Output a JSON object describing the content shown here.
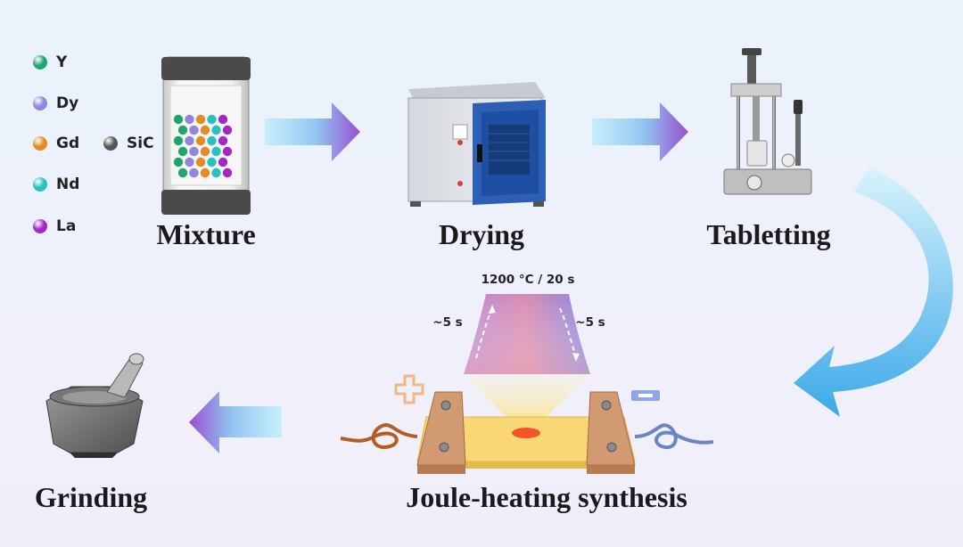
{
  "legend": {
    "items": [
      {
        "label": "Y",
        "color": "#1fa66e"
      },
      {
        "label": "Dy",
        "color": "#8e86e0"
      },
      {
        "label": "Gd",
        "color": "#e48b22"
      },
      {
        "label": "Nd",
        "color": "#27c2bf"
      },
      {
        "label": "La",
        "color": "#a428c4"
      },
      {
        "label": "SiC",
        "color": "#555555"
      }
    ]
  },
  "steps": {
    "mixture": "Mixture",
    "drying": "Drying",
    "tabletting": "Tabletting",
    "joule": "Joule-heating synthesis",
    "grinding": "Grinding"
  },
  "heating": {
    "profile": "1200 °C / 20 s",
    "ramp_up": "~5 s",
    "ramp_down": "~5 s"
  },
  "colors": {
    "arrow_start": "#a8e6f7",
    "arrow_end": "#9b5bd6",
    "curved_arrow": "#4fb8ec",
    "oven_door": "#1f4fa0",
    "copper": "#c98a60",
    "plus": "#f2b784",
    "minus": "#8ea6e6"
  },
  "icons": [
    "jar-icon",
    "oven-icon",
    "press-icon",
    "mortar-icon",
    "joule-heater-icon"
  ]
}
